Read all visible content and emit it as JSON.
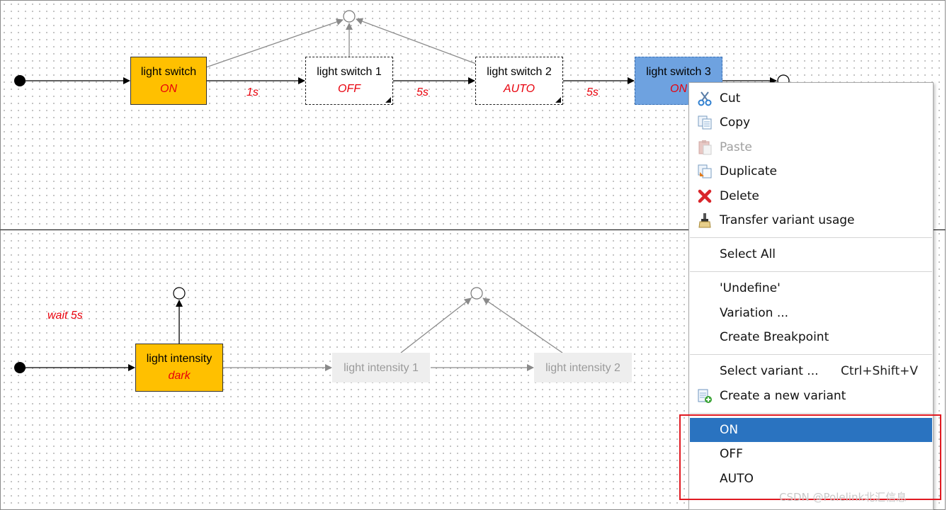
{
  "top_sequence": {
    "nodes": [
      {
        "title": "light switch",
        "value": "ON"
      },
      {
        "title": "light switch 1",
        "value": "OFF"
      },
      {
        "title": "light switch 2",
        "value": "AUTO"
      },
      {
        "title": "light switch 3",
        "value": "ON"
      }
    ],
    "delays": [
      "1s",
      "5s",
      "5s"
    ]
  },
  "bottom_sequence": {
    "annotation": "wait 5s",
    "nodes": [
      {
        "title": "light intensity",
        "value": "dark"
      },
      {
        "title": "light intensity 1"
      },
      {
        "title": "light intensity 2"
      }
    ]
  },
  "context_menu": {
    "items": [
      {
        "label": "Cut",
        "icon": "scissors-icon"
      },
      {
        "label": "Copy",
        "icon": "copy-icon"
      },
      {
        "label": "Paste",
        "icon": "paste-icon",
        "disabled": true
      },
      {
        "label": "Duplicate",
        "icon": "duplicate-icon"
      },
      {
        "label": "Delete",
        "icon": "delete-x-icon"
      },
      {
        "label": "Transfer variant usage",
        "icon": "brush-icon"
      },
      {
        "label": "Select All"
      },
      {
        "label": "'Undefine'"
      },
      {
        "label": "Variation ..."
      },
      {
        "label": "Create Breakpoint"
      },
      {
        "label": "Select variant ...",
        "shortcut": "Ctrl+Shift+V"
      },
      {
        "label": "Create a new variant",
        "icon": "new-variant-icon"
      },
      {
        "label": "ON",
        "highlighted": true
      },
      {
        "label": "OFF"
      },
      {
        "label": "AUTO"
      }
    ]
  },
  "colors": {
    "node_orange": "#ffc000",
    "node_selected": "#6ea2e0",
    "value_red": "#e8000b",
    "menu_highlight": "#2a73c0",
    "annotation_frame": "#e01a22"
  },
  "watermark": "CSDN @Polelink北汇信息"
}
